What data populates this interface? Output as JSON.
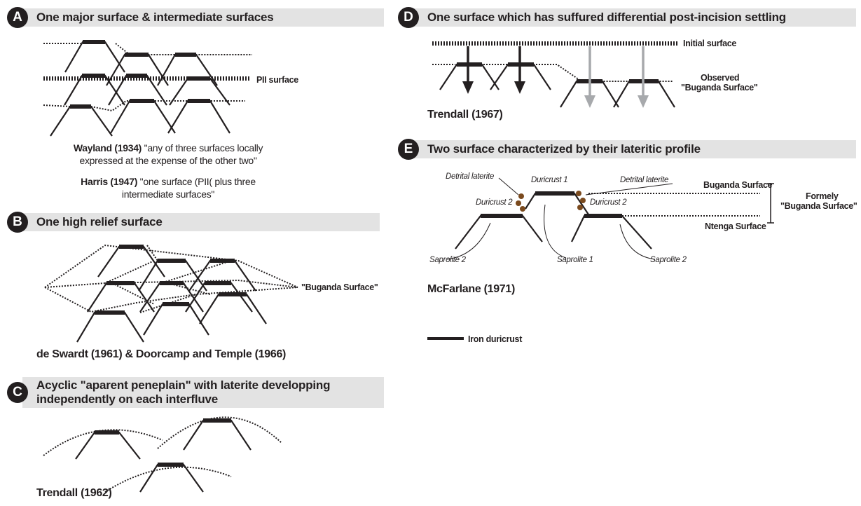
{
  "panels": {
    "A": {
      "badge": "A",
      "title": "One major surface & intermediate surfaces",
      "surface_label": "PII surface",
      "caption_1_author": "Wayland (1934)",
      "caption_1_text": " \"any of three surfaces locally",
      "caption_1_line2": "expressed at the expense of the other two\"",
      "caption_2_author": "Harris (1947)",
      "caption_2_text": " \"one surface (PII( plus three",
      "caption_2_line2": "intermediate surfaces\""
    },
    "B": {
      "badge": "B",
      "title": "One high relief surface",
      "surface_label": "\"Buganda Surface\"",
      "citation": "de Swardt (1961) & Doorcamp and Temple (1966)"
    },
    "C": {
      "badge": "C",
      "title_line1": "Acyclic \"aparent peneplain\" with laterite developping",
      "title_line2": "independently on each interfluve",
      "citation": "Trendall (1962)"
    },
    "D": {
      "badge": "D",
      "title": "One surface which has suffured differential post-incision settling",
      "initial_label": "Initial surface",
      "observed_line1": "Observed",
      "observed_line2": "\"Buganda Surface\"",
      "citation": "Trendall (1967)"
    },
    "E": {
      "badge": "E",
      "title": "Two surface characterized by their lateritic profile",
      "detrital_left": "Detrital laterite",
      "detrital_right": "Detrital laterite",
      "duricrust1": "Duricrust 1",
      "duricrust2_left": "Duricrust 2",
      "duricrust2_right": "Duricrust 2",
      "saprolite2_left": "Saprolite 2",
      "saprolite1": "Saprolite 1",
      "saprolite2_right": "Saprolite 2",
      "buganda_label": "Buganda Surface",
      "ntenga_label": "Ntenga Surface",
      "formerly_line1": "Formely",
      "formerly_line2": "\"Buganda Surface\"",
      "citation": "McFarlane (1971)"
    }
  },
  "legend": {
    "label": "Iron duricrust"
  },
  "colors": {
    "ink": "#231f20",
    "bar": "#e3e3e3",
    "laterite": "#7a4a1e",
    "grey_arrow": "#a7a9ac"
  }
}
